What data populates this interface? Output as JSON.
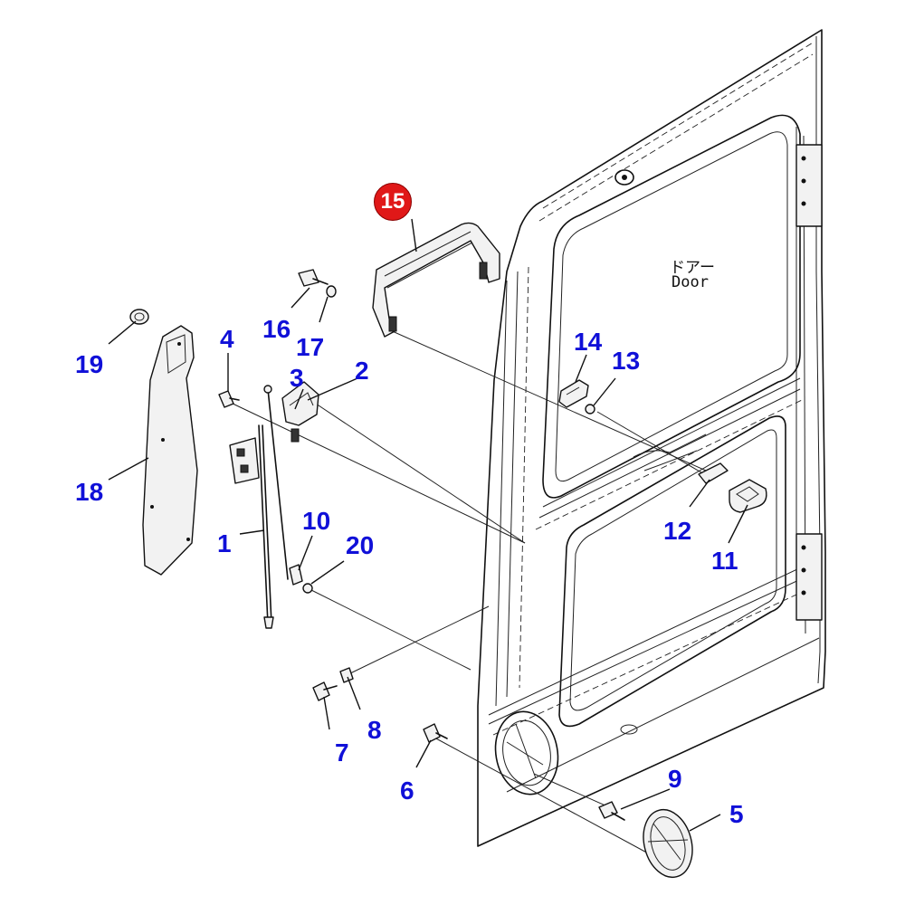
{
  "door_label": {
    "jp": "ドアー",
    "en": "Door"
  },
  "highlight": {
    "part": "15",
    "color": "#e01818"
  },
  "callout_color": "#1010d8",
  "callouts": {
    "p1": "1",
    "p2": "2",
    "p3": "3",
    "p4": "4",
    "p5": "5",
    "p6": "6",
    "p7": "7",
    "p8": "8",
    "p9": "9",
    "p10": "10",
    "p11": "11",
    "p12": "12",
    "p13": "13",
    "p14": "14",
    "p16": "16",
    "p17": "17",
    "p18": "18",
    "p19": "19",
    "p20": "20"
  }
}
